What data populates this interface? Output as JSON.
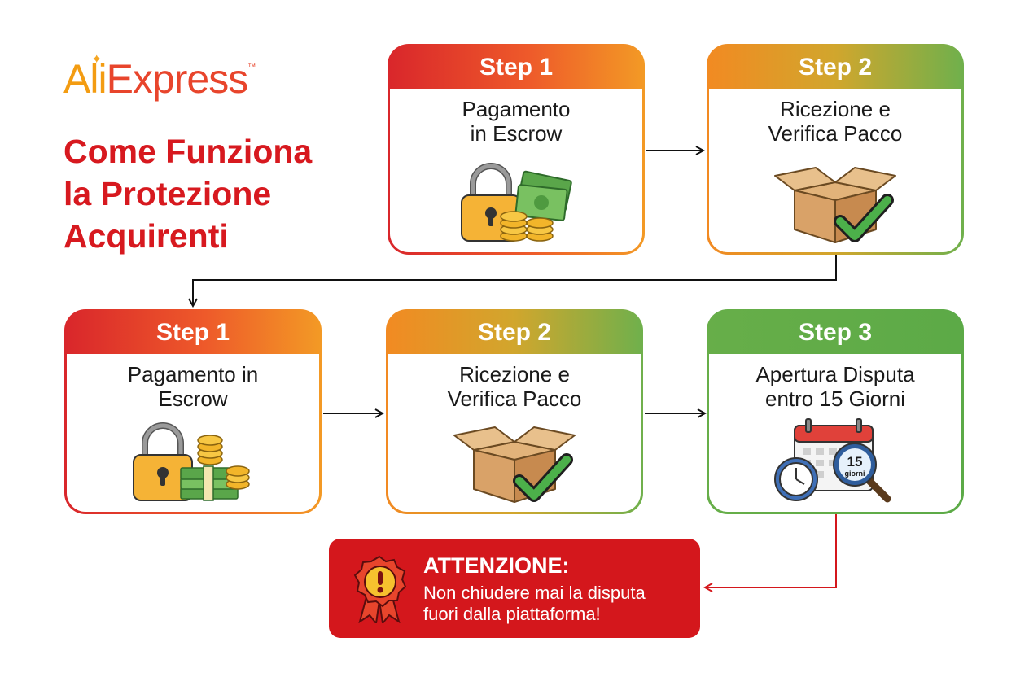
{
  "logo": {
    "ali": "Ali",
    "express": "Express",
    "tm": "™"
  },
  "headline": {
    "line1": "Come Funziona",
    "line2": "la Protezione",
    "line3": "Acquirenti"
  },
  "top_row": [
    {
      "step": "Step 1",
      "line1": "Pagamento",
      "line2": "in Escrow"
    },
    {
      "step": "Step 2",
      "line1": "Ricezione e",
      "line2": "Verifica Pacco"
    }
  ],
  "bottom_row": [
    {
      "step": "Step 1",
      "line1": "Pagamento in",
      "line2": "Escrow"
    },
    {
      "step": "Step 2",
      "line1": "Ricezione e",
      "line2": "Verifica Pacco"
    },
    {
      "step": "Step 3",
      "line1": "Apertura Disputa",
      "line2": "entro 15 Giorni"
    }
  ],
  "calendar_badge": {
    "number": "15",
    "unit": "giorni"
  },
  "warning": {
    "title": "ATTENZIONE:",
    "line1": "Non chiudere mai la disputa",
    "line2": "fuori dalla piattaforma!"
  },
  "colors": {
    "brand_red": "#d7191f",
    "orange": "#f39c12",
    "green": "#5caa47",
    "warning_bg": "#d4171c"
  },
  "icons": [
    "padlock-icon",
    "money-icon",
    "coins-icon",
    "box-icon",
    "checkmark-icon",
    "calendar-icon",
    "clock-icon",
    "magnifier-icon",
    "warning-badge-icon"
  ]
}
